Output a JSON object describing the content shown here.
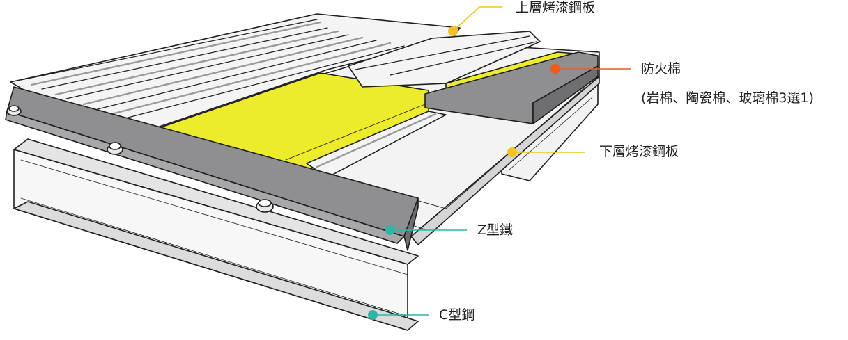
{
  "labels": {
    "upper_sheet": "上層烤漆鋼板",
    "fire_wool": "防火棉",
    "fire_wool_types": "(岩棉、陶瓷棉、玻璃棉3選1)",
    "lower_sheet": "下層烤漆鋼板",
    "z_purlin": "Z型鐵",
    "c_purlin": "C型鋼"
  },
  "colors": {
    "steel_light": "#f4f4f4",
    "steel_shadow": "#c9c9c9",
    "z_purlin": "#8f8f92",
    "fire_wool": "#ecec2c",
    "callout_yellow": "#f6c221",
    "callout_orange": "#f05a1a",
    "callout_teal": "#2fb5a6",
    "outline": "#1e1e1e"
  },
  "icons": {
    "bolt": "hex-bolt-icon"
  }
}
